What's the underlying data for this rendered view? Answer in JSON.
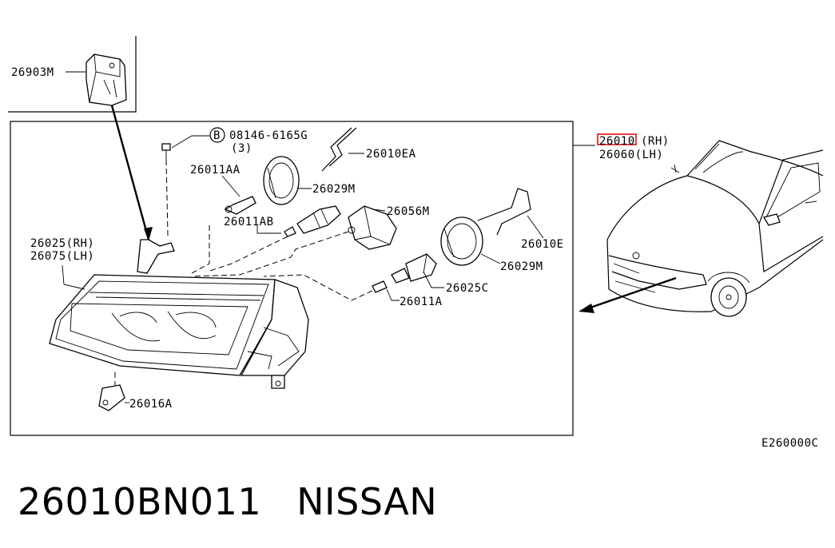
{
  "callouts": {
    "c26903M": "26903M",
    "c08146": "08146-6165G",
    "c08146_qty": "(3)",
    "bolt_symbol": "B",
    "c26010EA": "26010EA",
    "c26011AA": "26011AA",
    "c26029M_a": "26029M",
    "c26056M": "26056M",
    "c26011AB": "26011AB",
    "c26010E": "26010E",
    "c26029M_b": "26029M",
    "c26025RH": "26025(RH)",
    "c26075LH": "26075(LH)",
    "c26025C": "26025C",
    "c26011A": "26011A",
    "c26016A": "26016A",
    "c26010_num": "26010",
    "c26010_side": "(RH)",
    "c26060LH": "26060(LH)"
  },
  "figure_code": "E260000C",
  "footer": {
    "part_number": "26010BN011",
    "brand": "NISSAN"
  },
  "colors": {
    "line": "#000000",
    "highlight": "#e00000",
    "background": "#ffffff"
  }
}
